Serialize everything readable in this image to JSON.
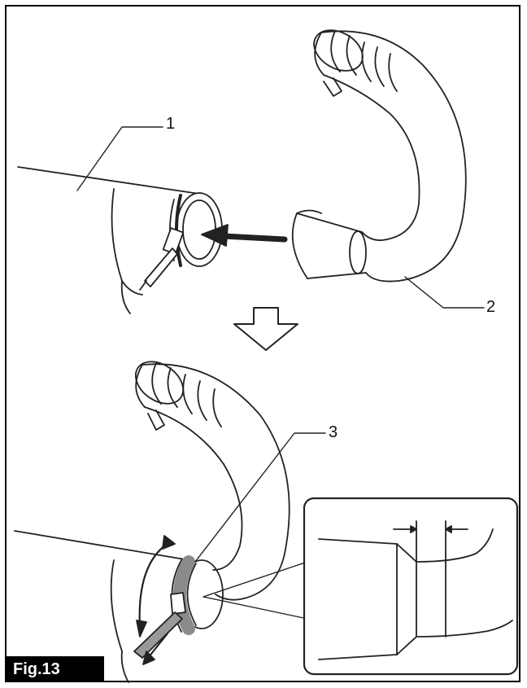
{
  "figure": {
    "label": "Fig.13",
    "callouts": [
      {
        "id": "1",
        "text": "1"
      },
      {
        "id": "2",
        "text": "2"
      },
      {
        "id": "3",
        "text": "3"
      }
    ]
  },
  "colors": {
    "line": "#222222",
    "fill": "#ffffff",
    "band": "#8a8a8a",
    "label_bg": "#000000",
    "label_text": "#ffffff"
  }
}
